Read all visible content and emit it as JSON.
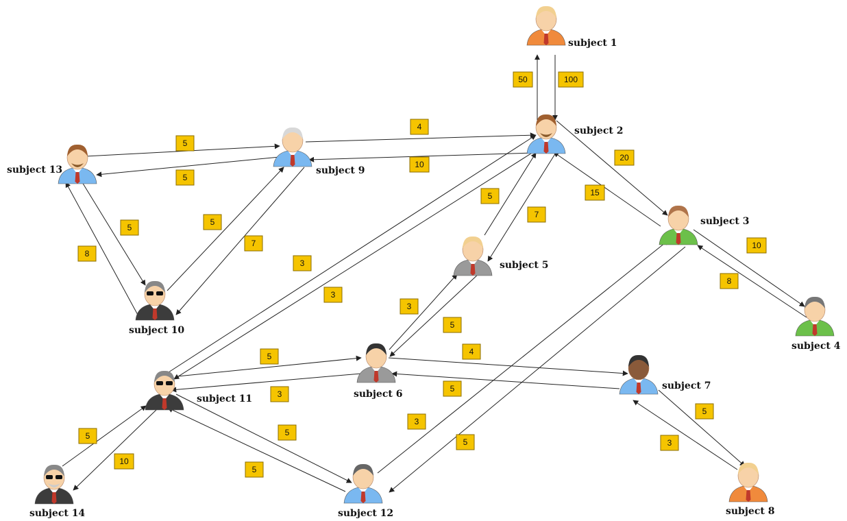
{
  "colors": {
    "background": "#ffffff",
    "edge": "#222222",
    "weight_box_fill": "#f5c400",
    "weight_box_stroke": "#8a6d00",
    "skin": "#f7d2a8",
    "shirt_blue": "#7ab8f0",
    "shirt_orange": "#f08a3c",
    "shirt_green": "#6cc04a",
    "shirt_gray": "#9a9a9a",
    "shirt_dark": "#3c3c3c"
  },
  "nodes": [
    {
      "id": "s1",
      "label": "subject 1",
      "icon": "orange-shirt-person-icon",
      "shirt": "shirt_orange",
      "hair": "#f2d090"
    },
    {
      "id": "s2",
      "label": "subject 2",
      "icon": "bearded-man-icon",
      "shirt": "shirt_blue",
      "hair": "#a06030"
    },
    {
      "id": "s3",
      "label": "subject 3",
      "icon": "mustache-man-icon",
      "shirt": "shirt_green",
      "hair": "#b0744a"
    },
    {
      "id": "s4",
      "label": "subject 4",
      "icon": "cap-green-person-icon",
      "shirt": "shirt_green",
      "hair": "#777777"
    },
    {
      "id": "s5",
      "label": "subject 5",
      "icon": "blond-suit-person-icon",
      "shirt": "shirt_gray",
      "hair": "#f2d090"
    },
    {
      "id": "s6",
      "label": "subject 6",
      "icon": "dark-hair-suit-person-icon",
      "shirt": "shirt_gray",
      "hair": "#333333"
    },
    {
      "id": "s7",
      "label": "subject 7",
      "icon": "dark-skin-person-icon",
      "shirt": "shirt_blue",
      "hair": "#333333"
    },
    {
      "id": "s8",
      "label": "subject 8",
      "icon": "orange-shirt-person-icon",
      "shirt": "shirt_orange",
      "hair": "#f2d090"
    },
    {
      "id": "s9",
      "label": "subject 9",
      "icon": "gray-hair-person-icon",
      "shirt": "shirt_blue",
      "hair": "#d8d8d8"
    },
    {
      "id": "s10",
      "label": "subject 10",
      "icon": "headset-agent-icon",
      "shirt": "shirt_dark",
      "hair": "#888888"
    },
    {
      "id": "s11",
      "label": "subject 11",
      "icon": "spy-person-icon",
      "shirt": "shirt_dark",
      "hair": "#888888"
    },
    {
      "id": "s12",
      "label": "subject 12",
      "icon": "cap-hoodie-person-icon",
      "shirt": "shirt_blue",
      "hair": "#666666"
    },
    {
      "id": "s13",
      "label": "subject 13",
      "icon": "bearded-man-icon",
      "shirt": "shirt_blue",
      "hair": "#a06030"
    },
    {
      "id": "s14",
      "label": "subject 14",
      "icon": "bearded-sunglasses-person-icon",
      "shirt": "shirt_dark",
      "hair": "#888888"
    }
  ],
  "edges": [
    {
      "from": "s2",
      "to": "s1",
      "weight": "50"
    },
    {
      "from": "s1",
      "to": "s2",
      "weight": "100"
    },
    {
      "from": "s2",
      "to": "s3",
      "weight": "20"
    },
    {
      "from": "s3",
      "to": "s2",
      "weight": "15"
    },
    {
      "from": "s3",
      "to": "s4",
      "weight": "10"
    },
    {
      "from": "s4",
      "to": "s3",
      "weight": "8"
    },
    {
      "from": "s9",
      "to": "s2",
      "weight": "4"
    },
    {
      "from": "s2",
      "to": "s9",
      "weight": "10"
    },
    {
      "from": "s13",
      "to": "s9",
      "weight": "5"
    },
    {
      "from": "s9",
      "to": "s13",
      "weight": "5"
    },
    {
      "from": "s13",
      "to": "s10",
      "weight": "5"
    },
    {
      "from": "s10",
      "to": "s13",
      "weight": "8"
    },
    {
      "from": "s10",
      "to": "s9",
      "weight": "5"
    },
    {
      "from": "s9",
      "to": "s10",
      "weight": "7"
    },
    {
      "from": "s5",
      "to": "s2",
      "weight": "5"
    },
    {
      "from": "s2",
      "to": "s5",
      "weight": "7"
    },
    {
      "from": "s11",
      "to": "s2",
      "weight": "3"
    },
    {
      "from": "s2",
      "to": "s11",
      "weight": "3"
    },
    {
      "from": "s6",
      "to": "s5",
      "weight": "3"
    },
    {
      "from": "s5",
      "to": "s6",
      "weight": "5"
    },
    {
      "from": "s11",
      "to": "s6",
      "weight": "5"
    },
    {
      "from": "s6",
      "to": "s11",
      "weight": "3"
    },
    {
      "from": "s6",
      "to": "s7",
      "weight": "4"
    },
    {
      "from": "s7",
      "to": "s6",
      "weight": "5"
    },
    {
      "from": "s7",
      "to": "s8",
      "weight": "5"
    },
    {
      "from": "s8",
      "to": "s7",
      "weight": "3"
    },
    {
      "from": "s11",
      "to": "s12",
      "weight": "5"
    },
    {
      "from": "s12",
      "to": "s11",
      "weight": "5"
    },
    {
      "from": "s14",
      "to": "s11",
      "weight": "5"
    },
    {
      "from": "s11",
      "to": "s14",
      "weight": "10"
    },
    {
      "from": "s12",
      "to": "s3",
      "weight": "3"
    },
    {
      "from": "s3",
      "to": "s12",
      "weight": "5"
    }
  ]
}
